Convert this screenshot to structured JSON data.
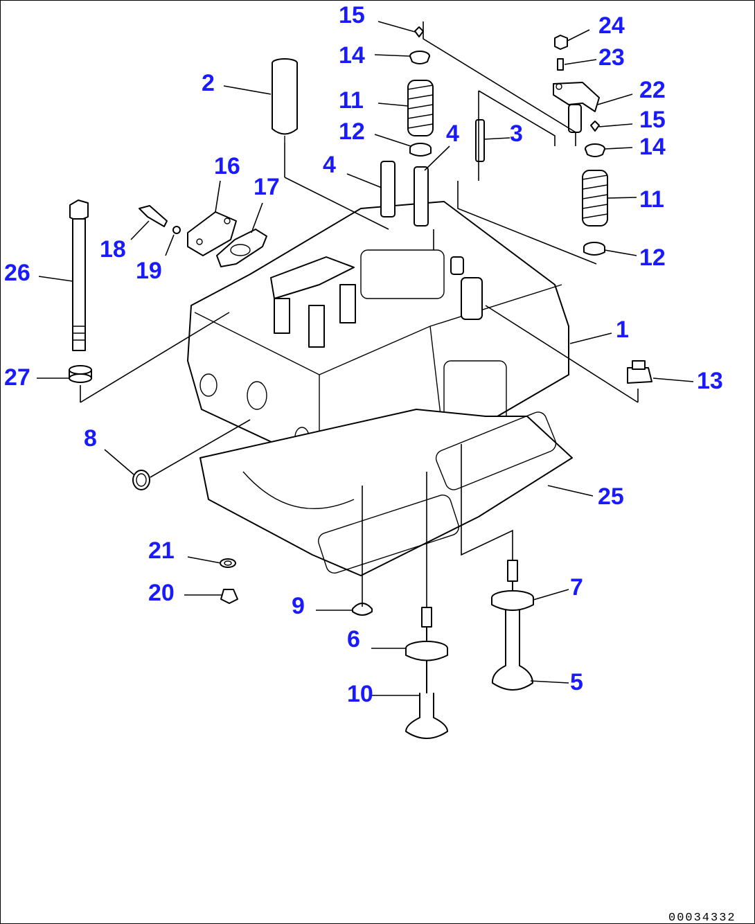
{
  "diagram": {
    "callouts": [
      {
        "id": "c1",
        "label": "1"
      },
      {
        "id": "c2",
        "label": "2"
      },
      {
        "id": "c3",
        "label": "3"
      },
      {
        "id": "c4a",
        "label": "4"
      },
      {
        "id": "c4b",
        "label": "4"
      },
      {
        "id": "c5",
        "label": "5"
      },
      {
        "id": "c6",
        "label": "6"
      },
      {
        "id": "c7",
        "label": "7"
      },
      {
        "id": "c8",
        "label": "8"
      },
      {
        "id": "c9",
        "label": "9"
      },
      {
        "id": "c10",
        "label": "10"
      },
      {
        "id": "c11a",
        "label": "11"
      },
      {
        "id": "c11b",
        "label": "11"
      },
      {
        "id": "c12a",
        "label": "12"
      },
      {
        "id": "c12b",
        "label": "12"
      },
      {
        "id": "c13",
        "label": "13"
      },
      {
        "id": "c14a",
        "label": "14"
      },
      {
        "id": "c14b",
        "label": "14"
      },
      {
        "id": "c15a",
        "label": "15"
      },
      {
        "id": "c15b",
        "label": "15"
      },
      {
        "id": "c16",
        "label": "16"
      },
      {
        "id": "c17",
        "label": "17"
      },
      {
        "id": "c18",
        "label": "18"
      },
      {
        "id": "c19",
        "label": "19"
      },
      {
        "id": "c20",
        "label": "20"
      },
      {
        "id": "c21",
        "label": "21"
      },
      {
        "id": "c22",
        "label": "22"
      },
      {
        "id": "c23",
        "label": "23"
      },
      {
        "id": "c24",
        "label": "24"
      },
      {
        "id": "c25",
        "label": "25"
      },
      {
        "id": "c26",
        "label": "26"
      },
      {
        "id": "c27",
        "label": "27"
      }
    ],
    "drawing_number": "00034332",
    "colors": {
      "callout": "#1a1aff",
      "line": "#000000",
      "background": "#ffffff"
    }
  }
}
